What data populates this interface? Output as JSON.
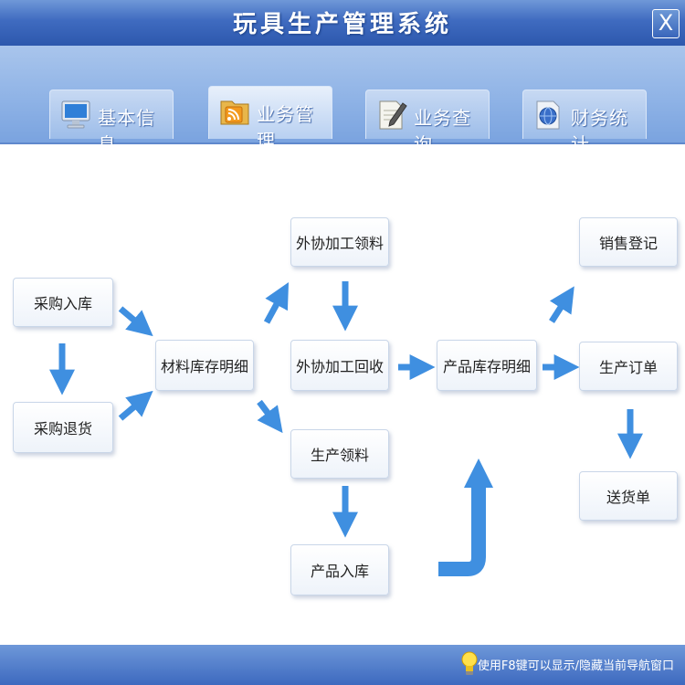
{
  "window": {
    "title": "玩具生产管理系统",
    "close_label": "X"
  },
  "tabs": [
    {
      "label": "基本信息",
      "icon": "computer-icon"
    },
    {
      "label": "业务管理",
      "icon": "rss-folder-icon",
      "active": true
    },
    {
      "label": "业务查询",
      "icon": "document-pen-icon"
    },
    {
      "label": "财务统计",
      "icon": "globe-document-icon"
    }
  ],
  "flow": {
    "purchase_in": "采购入库",
    "purchase_return": "采购退货",
    "material_stock": "材料库存明细",
    "outsource_issue": "外协加工领料",
    "outsource_receive": "外协加工回收",
    "production_issue": "生产领料",
    "product_in": "产品入库",
    "product_stock": "产品库存明细",
    "sales_register": "销售登记",
    "production_order": "生产订单",
    "delivery_note": "送货单"
  },
  "status": {
    "hint": "使用F8键可以显示/隐藏当前导航窗口"
  },
  "colors": {
    "arrow": "#3f8fe0",
    "title_bar": "#3f6bc0",
    "tab_band": "#8fb3e6"
  }
}
